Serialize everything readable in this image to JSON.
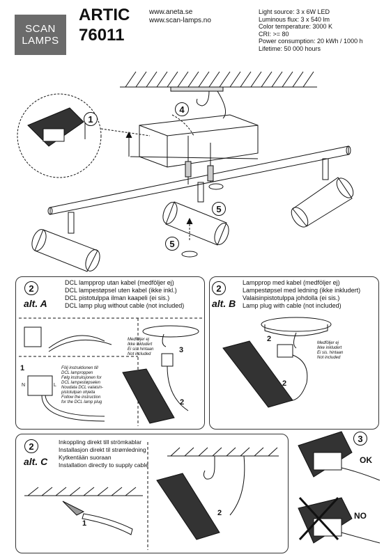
{
  "header": {
    "logo": [
      "SCAN",
      "LAMPS"
    ],
    "model_name": "ARTIC",
    "model_number": "76011",
    "links": [
      "www.aneta.se",
      "www.scan-lamps.no"
    ],
    "specs": [
      "Light source: 3 x 6W LED",
      "Luminous flux: 3 x 540 lm",
      "Color temperature: 3000 K",
      "CRI: >= 80",
      "Power consumption: 20 kWh / 1000 h",
      "Lifetime: 50 000 hours"
    ]
  },
  "main_diagram": {
    "steps": [
      "1",
      "4",
      "5",
      "5"
    ]
  },
  "alt_a": {
    "step": "2",
    "label": "alt. A",
    "lines": [
      "DCL lampprop utan kabel (medföljer ej)",
      "DCL lampestøpsel uten kabel (ikke inkl.)",
      "DCL  pistotulppa ilman kaapeli (ei sis.)",
      "DCL lamp plug without cable (not included)"
    ],
    "instruction": [
      "Följ instruktionen till",
      "DCL lamproppen",
      "Følg instruksjonen for",
      "DCL lampestøpselen",
      "Noudata DCL valaisin-",
      "pistotulpan ohjeita",
      "Follow the instruction",
      "for the DCL lamp plug"
    ],
    "not_included": [
      "Medföljer ej",
      "Ikke inkludert",
      "Ei sis. hintaan",
      "Not included"
    ],
    "step_1": "1",
    "step_2": "2",
    "step_3": "3",
    "wire_n": "N",
    "wire_l": "L"
  },
  "alt_b": {
    "step": "2",
    "label": "alt. B",
    "lines": [
      "Lampprop med kabel (medföljer ej)",
      "Lampestøpsel med ledning (ikke inkludert)",
      "Valaisinpistotulppa johdolla (ei sis.)",
      "Lamp plug with cable (not included)"
    ],
    "not_included": [
      "Medföljer ej",
      "Ikke inkludert",
      "Ei sis. hintaan",
      "Not included"
    ],
    "step_2a": "2",
    "step_2b": "2"
  },
  "alt_c": {
    "step": "2",
    "label": "alt. C",
    "lines": [
      "Inkoppling direkt till strömkablar",
      "Installasjon direkt til strømledning",
      "Kytkentään suoraan",
      "Installation directly to supply cable"
    ],
    "step_1": "1",
    "step_2": "2"
  },
  "step3": {
    "step": "3",
    "ok": "OK",
    "no": "NO"
  }
}
